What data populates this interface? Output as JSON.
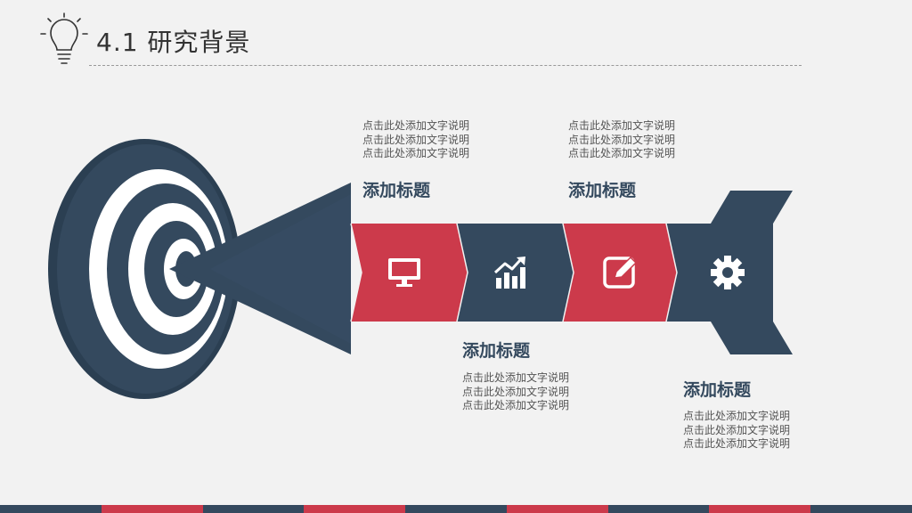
{
  "header": {
    "title": "4.1 研究背景"
  },
  "steps": [
    {
      "heading": "添加标题",
      "lines": [
        "点击此处添加文字说明",
        "点击此处添加文字说明",
        "点击此处添加文字说明"
      ],
      "icon": "monitor-icon",
      "color": "#cc3a4b"
    },
    {
      "heading": "添加标题",
      "lines": [
        "点击此处添加文字说明",
        "点击此处添加文字说明",
        "点击此处添加文字说明"
      ],
      "icon": "chart-trend-icon",
      "color": "#34495e"
    },
    {
      "heading": "添加标题",
      "lines": [
        "点击此处添加文字说明",
        "点击此处添加文字说明",
        "点击此处添加文字说明"
      ],
      "icon": "edit-icon",
      "color": "#cc3a4b"
    },
    {
      "heading": "添加标题",
      "lines": [
        "点击此处添加文字说明",
        "点击此处添加文字说明",
        "点击此处添加文字说明"
      ],
      "icon": "gear-icon",
      "color": "#34495e"
    }
  ],
  "colors": {
    "navy": "#34495e",
    "red": "#cc3a4b",
    "background": "#f2f2f2"
  }
}
